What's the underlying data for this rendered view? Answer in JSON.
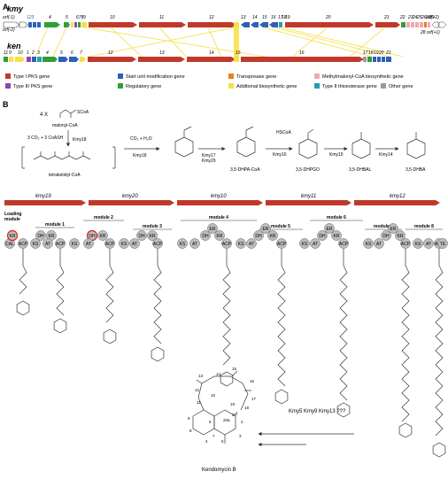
{
  "panel_a": {
    "label": "A",
    "kmy_cluster": {
      "title": "kmy",
      "orf_left_top": "orf(-1)",
      "orf_left_bottom": "orf(-2)",
      "orf_right_top": "orf(+2)",
      "orf_right_bottom": "28 orf(+1)",
      "small_genes_left": "123",
      "gene_labels": [
        "4",
        "5",
        "678",
        "9",
        "10",
        "11",
        "12",
        "13",
        "14",
        "15",
        "16",
        "17",
        "18",
        "19",
        "20",
        "21",
        "22",
        "23",
        "24",
        "25",
        "26",
        "27",
        "29"
      ]
    },
    "ken_cluster": {
      "title": "ken",
      "gene_labels": [
        "11",
        "9",
        "10",
        "1",
        "2",
        "3",
        "4",
        "5",
        "6",
        "7",
        "12",
        "13",
        "14",
        "15",
        "16",
        "17",
        "18",
        "19",
        "20",
        "21"
      ]
    },
    "legend": [
      {
        "label": "Type I PKS gene",
        "color": "#c0392b"
      },
      {
        "label": "Start unit modification gene",
        "color": "#2e5fb8"
      },
      {
        "label": "Transposase gene",
        "color": "#e67e22"
      },
      {
        "label": "Methylmalonyl-CoA biosynthetic gene",
        "color": "#f4a6b0"
      },
      {
        "label": "Type III PKS gene",
        "color": "#8e44ad"
      },
      {
        "label": "Regulatory gene",
        "color": "#2e9e3a"
      },
      {
        "label": "Additional biosynthetic gene",
        "color": "#f7e04a"
      },
      {
        "label": "Type II thioesterase gene",
        "color": "#20a0b0"
      },
      {
        "label": "Other gene",
        "color": "#9a9a9a"
      }
    ]
  },
  "panel_b": {
    "label": "B",
    "top": {
      "four_x": "4 X",
      "malonyl": "malonyl-CoA",
      "co2_coa": "3 CO₂ + 3 CoASH",
      "kmy18a": "Kmy18",
      "tetraketidyl": "tetraketidyl-CoA",
      "co2_h2o": "CO₂ + H₂O",
      "kmy18b": "Kmy18",
      "kmy17_29": "Kmy17\nKmy29",
      "dhpa": "3,5-DHPA-CoA",
      "hscoa": "HSCoA",
      "kmy16": "Kmy16",
      "dhpgo": "3,5-DHPGO",
      "kmy15": "Kmy15",
      "dhbal": "3,5-DHBAL",
      "kmy14": "Kmy14",
      "dhba": "3,5-DHBA",
      "scoa": "SCoA"
    },
    "pks_genes": [
      "kmy19",
      "kmy20",
      "kmy10",
      "kmy11",
      "kmy12"
    ],
    "modules": [
      "Loading module",
      "module 1",
      "module 2",
      "module 3",
      "module 4",
      "module 5",
      "module 6",
      "module 7",
      "module 8"
    ],
    "domain_names": [
      "CAL",
      "KR",
      "ACP",
      "KS",
      "AT",
      "DH",
      "ER",
      "TE"
    ],
    "bottom": {
      "tailoring": "Kmy5 Kmy9 Kmy13 ???",
      "product": "Kendomycin B",
      "ring_numbers": [
        "13",
        "12",
        "11",
        "10",
        "9",
        "8",
        "7",
        "6",
        "5",
        "4",
        "3",
        "2",
        "1",
        "14",
        "15",
        "16",
        "17",
        "18",
        "19",
        "20",
        "20a"
      ]
    }
  }
}
